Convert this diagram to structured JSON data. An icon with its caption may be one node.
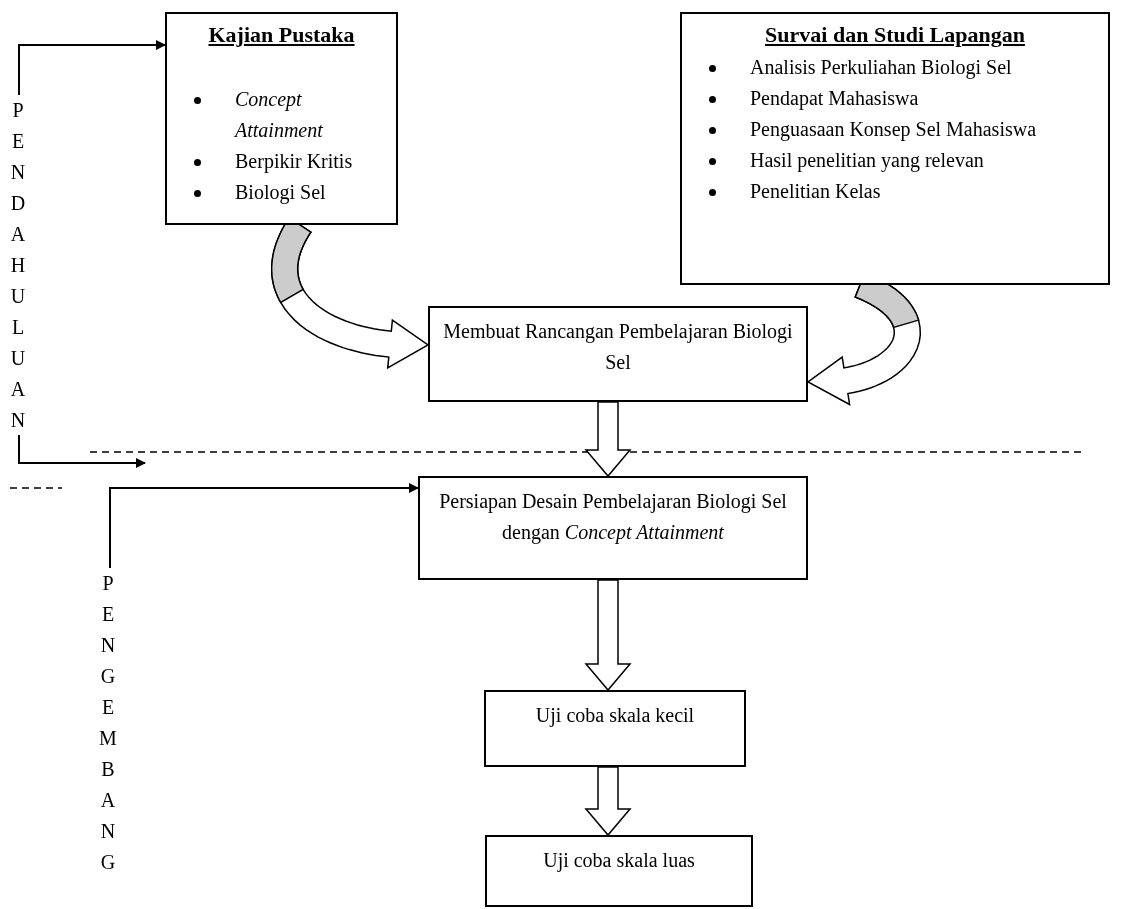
{
  "diagram": {
    "nodes": [
      {
        "text": [
          "Kajian Pustaka",
          "*Concept Attainment*",
          "Berpikir Kritis",
          "Biologi Sel"
        ]
      },
      {
        "text": [
          "Survai dan Studi Lapangan",
          "Analisis Perkuliahan Biologi Sel",
          "Pendapat Mahasiswa",
          "Penguasaan Konsep Sel Mahasiswa",
          "Hasil penelitian yang relevan",
          "Penelitian Kelas"
        ]
      },
      {
        "text": [
          "Membuat Rancangan Pembelajaran Biologi Sel"
        ]
      },
      {
        "text": [
          "Persiapan Desain Pembelajaran Biologi Sel dengan *Concept Attainment*"
        ]
      },
      {
        "text": [
          "Uji coba skala kecil"
        ]
      },
      {
        "text": [
          "Uji coba skala luas"
        ]
      },
      {
        "text": [
          "PENDAHULUAN"
        ]
      },
      {
        "text": [
          "PENGEMBANG"
        ]
      }
    ],
    "edges": [
      {
        "from": 6,
        "to": 0,
        "arrow": "to"
      },
      {
        "from": 6,
        "to": null,
        "arrow": "to"
      },
      {
        "from": 7,
        "to": 3,
        "arrow": "to"
      },
      {
        "from": 0,
        "to": 2,
        "arrow": "to"
      },
      {
        "from": 1,
        "to": 2,
        "arrow": "to"
      },
      {
        "from": 2,
        "to": 3,
        "arrow": "to"
      },
      {
        "from": 3,
        "to": 4,
        "arrow": "to"
      },
      {
        "from": 4,
        "to": 5,
        "arrow": "to"
      }
    ]
  }
}
